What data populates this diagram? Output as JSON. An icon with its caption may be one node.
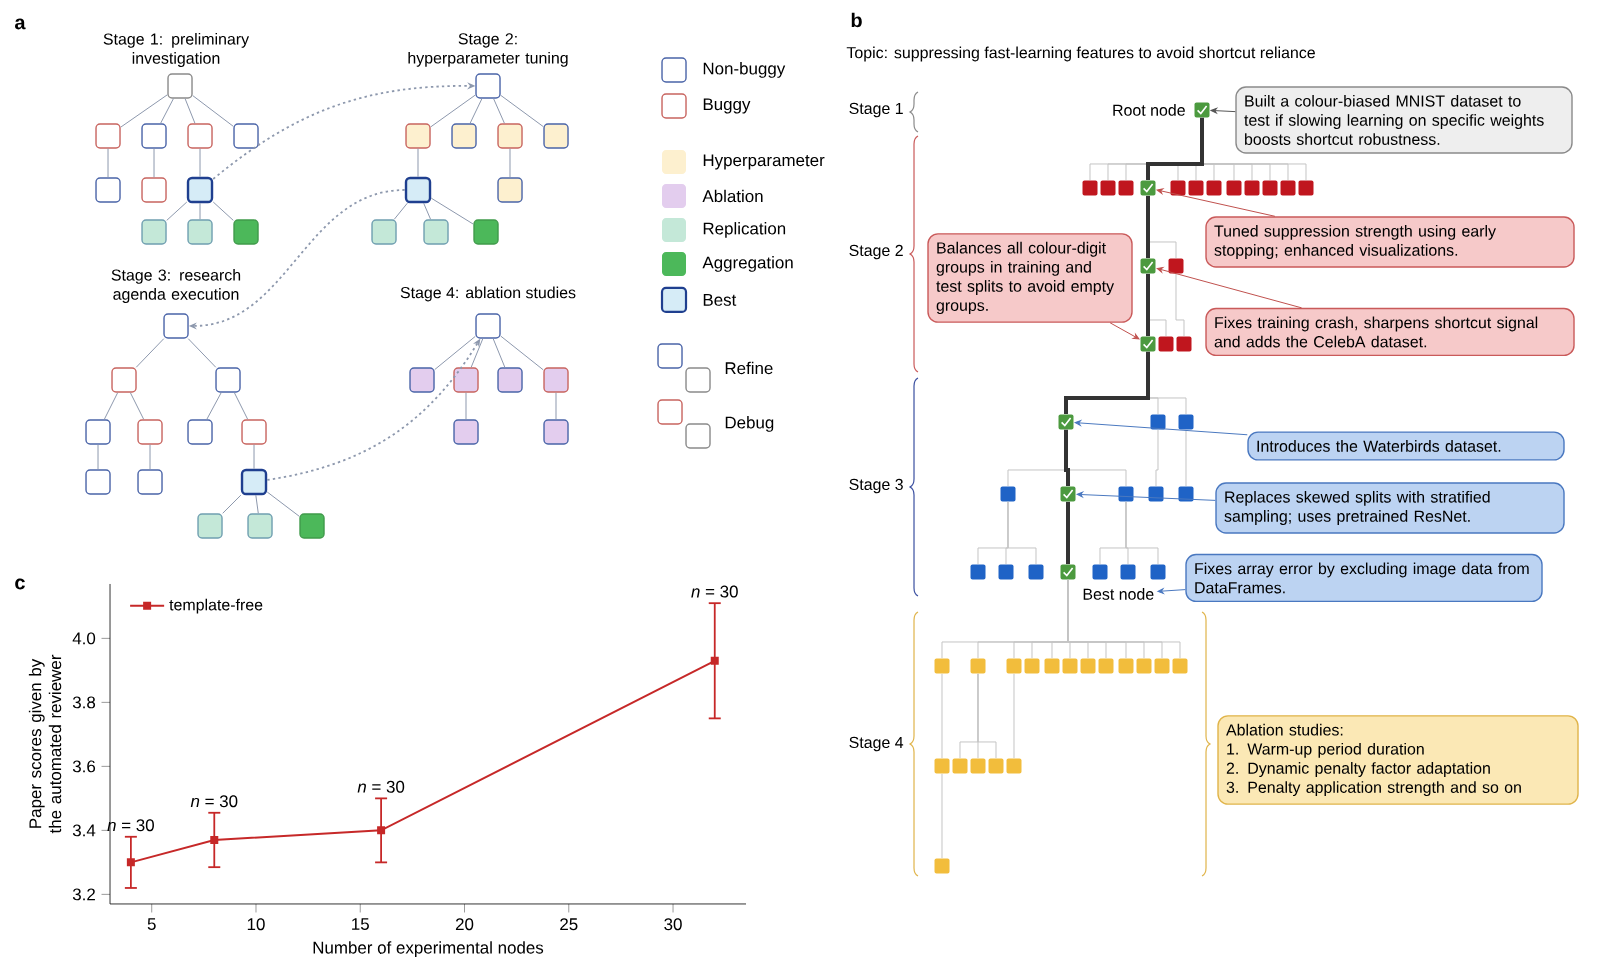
{
  "diagram": {
    "nodes": [
      {
        "text": [],
        "shape": "box"
      },
      {
        "text": [],
        "shape": "box"
      },
      {
        "text": [],
        "shape": "box"
      },
      {
        "text": [],
        "shape": "box"
      },
      {
        "text": [],
        "shape": "box"
      },
      {
        "text": [],
        "shape": "box"
      },
      {
        "text": [],
        "shape": "box"
      },
      {
        "text": [],
        "shape": "box"
      },
      {
        "text": [],
        "shape": "box"
      },
      {
        "text": [],
        "shape": "box"
      },
      {
        "text": [],
        "shape": "box"
      },
      {
        "text": [],
        "shape": "box"
      },
      {
        "text": [],
        "shape": "box"
      },
      {
        "text": [],
        "shape": "box"
      },
      {
        "text": [],
        "shape": "box"
      },
      {
        "text": [],
        "shape": "box"
      },
      {
        "text": [],
        "shape": "box"
      },
      {
        "text": [],
        "shape": "box"
      },
      {
        "text": [],
        "shape": "box"
      },
      {
        "text": [],
        "shape": "box"
      },
      {
        "text": [],
        "shape": "box"
      },
      {
        "text": [],
        "shape": "box"
      },
      {
        "text": [],
        "shape": "box"
      },
      {
        "text": [],
        "shape": "box"
      },
      {
        "text": [],
        "shape": "box"
      },
      {
        "text": [],
        "shape": "box"
      },
      {
        "text": [],
        "shape": "box"
      },
      {
        "text": [],
        "shape": "box"
      },
      {
        "text": [],
        "shape": "box"
      },
      {
        "text": [],
        "shape": "box"
      },
      {
        "text": [],
        "shape": "box"
      },
      {
        "text": [],
        "shape": "box"
      },
      {
        "text": [],
        "shape": "box"
      },
      {
        "text": [],
        "shape": "box"
      },
      {
        "text": [],
        "shape": "box"
      },
      {
        "text": [],
        "shape": "box"
      },
      {
        "text": [],
        "shape": "box"
      },
      {
        "text": [],
        "shape": "box"
      },
      {
        "text": [],
        "shape": "box"
      },
      {
        "text": [],
        "shape": "box"
      },
      {
        "text": [],
        "shape": "box"
      },
      {
        "text": [],
        "shape": "box",
        "beside": [
          "Root node"
        ]
      },
      {
        "text": [],
        "shape": "box"
      },
      {
        "text": [],
        "shape": "box"
      },
      {
        "text": [],
        "shape": "box"
      },
      {
        "text": [],
        "shape": "box"
      },
      {
        "text": [],
        "shape": "box"
      },
      {
        "text": [],
        "shape": "box"
      },
      {
        "text": [],
        "shape": "box"
      },
      {
        "text": [],
        "shape": "box"
      },
      {
        "text": [],
        "shape": "box"
      },
      {
        "text": [],
        "shape": "box"
      },
      {
        "text": [],
        "shape": "box"
      },
      {
        "text": [],
        "shape": "box"
      },
      {
        "text": [],
        "shape": "box"
      },
      {
        "text": [],
        "shape": "box"
      },
      {
        "text": [],
        "shape": "box"
      },
      {
        "text": [],
        "shape": "box"
      },
      {
        "text": [],
        "shape": "box"
      },
      {
        "text": [],
        "shape": "box"
      },
      {
        "text": [],
        "shape": "box"
      },
      {
        "text": [],
        "shape": "box"
      },
      {
        "text": [],
        "shape": "box"
      },
      {
        "text": [],
        "shape": "box"
      },
      {
        "text": [],
        "shape": "box"
      },
      {
        "text": [],
        "shape": "box"
      },
      {
        "text": [],
        "shape": "box"
      },
      {
        "text": [],
        "shape": "box"
      },
      {
        "text": [],
        "shape": "box"
      },
      {
        "text": [],
        "shape": "box"
      },
      {
        "text": [],
        "shape": "box"
      },
      {
        "text": [],
        "shape": "box"
      },
      {
        "text": [],
        "shape": "box"
      },
      {
        "text": [],
        "shape": "box"
      },
      {
        "text": [],
        "shape": "box"
      },
      {
        "text": [],
        "shape": "box"
      },
      {
        "text": [],
        "shape": "box"
      },
      {
        "text": [],
        "shape": "box"
      },
      {
        "text": [],
        "shape": "box"
      },
      {
        "text": [],
        "shape": "box"
      },
      {
        "text": [],
        "shape": "box"
      },
      {
        "text": [],
        "shape": "box"
      },
      {
        "text": [],
        "shape": "box"
      },
      {
        "text": [],
        "shape": "box"
      },
      {
        "text": [],
        "shape": "box"
      },
      {
        "text": [],
        "shape": "box"
      },
      {
        "text": [],
        "shape": "box"
      },
      {
        "text": [],
        "shape": "box"
      },
      {
        "text": [],
        "shape": "box"
      },
      {
        "text": [],
        "shape": "box"
      },
      {
        "text": [],
        "shape": "box"
      },
      {
        "text": [],
        "shape": "box"
      },
      {
        "text": [
          "Built a colour-biased MNIST dataset to test if slowing learning on specific weights boosts shortcut robustness."
        ]
      },
      {
        "text": [
          "Tuned suppression strength using early stopping; enhanced visualizations."
        ]
      },
      {
        "text": [
          "Balances all colour-digit groups in training and test splits to avoid empty groups."
        ]
      },
      {
        "text": [
          "Fixes training crash, sharpens shortcut signal and adds the CelebA dataset."
        ]
      },
      {
        "text": [
          "Introduces the Waterbirds dataset."
        ]
      },
      {
        "text": [
          "Replaces skewed splits with stratified sampling; uses pretrained ResNet."
        ]
      },
      {
        "text": [
          "Fixes array error by excluding image data from DataFrames."
        ]
      },
      {
        "text": [
          "Best node"
        ]
      },
      {
        "text": [
          "Ablation studies:",
          "1. Warm-up period duration",
          "2. Dynamic penalty factor adaptation",
          "3. Penalty application strength and so on"
        ]
      }
    ],
    "edges": [
      {
        "from": 0,
        "to": 1,
        "arrow": "none",
        "color": "#8d98ad"
      },
      {
        "from": 0,
        "to": 2,
        "arrow": "none",
        "color": "#8d98ad"
      },
      {
        "from": 0,
        "to": 3,
        "arrow": "none",
        "color": "#8d98ad"
      },
      {
        "from": 0,
        "to": 4,
        "arrow": "none",
        "color": "#8d98ad"
      },
      {
        "from": 1,
        "to": 5,
        "arrow": "none",
        "color": "#8d98ad"
      },
      {
        "from": 2,
        "to": 6,
        "arrow": "none",
        "color": "#8d98ad"
      },
      {
        "from": 3,
        "to": 7,
        "arrow": "none",
        "color": "#8d98ad"
      },
      {
        "from": 7,
        "to": 8,
        "arrow": "none",
        "color": "#8d98ad"
      },
      {
        "from": 7,
        "to": 9,
        "arrow": "none",
        "color": "#8d98ad"
      },
      {
        "from": 7,
        "to": 10,
        "arrow": "none",
        "color": "#8d98ad"
      },
      {
        "from": 11,
        "to": 12,
        "arrow": "none",
        "color": "#8d98ad"
      },
      {
        "from": 11,
        "to": 13,
        "arrow": "none",
        "color": "#8d98ad"
      },
      {
        "from": 11,
        "to": 14,
        "arrow": "none",
        "color": "#8d98ad"
      },
      {
        "from": 11,
        "to": 15,
        "arrow": "none",
        "color": "#8d98ad"
      },
      {
        "from": 12,
        "to": 16,
        "arrow": "none",
        "color": "#8d98ad"
      },
      {
        "from": 14,
        "to": 17,
        "arrow": "none",
        "color": "#8d98ad"
      },
      {
        "from": 16,
        "to": 18,
        "arrow": "none",
        "color": "#8d98ad"
      },
      {
        "from": 16,
        "to": 19,
        "arrow": "none",
        "color": "#8d98ad"
      },
      {
        "from": 16,
        "to": 20,
        "arrow": "none",
        "color": "#8d98ad"
      },
      {
        "from": 21,
        "to": 22,
        "arrow": "none",
        "color": "#8d98ad"
      },
      {
        "from": 21,
        "to": 23,
        "arrow": "none",
        "color": "#8d98ad"
      },
      {
        "from": 22,
        "to": 24,
        "arrow": "none",
        "color": "#8d98ad"
      },
      {
        "from": 22,
        "to": 25,
        "arrow": "none",
        "color": "#8d98ad"
      },
      {
        "from": 23,
        "to": 26,
        "arrow": "none",
        "color": "#8d98ad"
      },
      {
        "from": 23,
        "to": 27,
        "arrow": "none",
        "color": "#8d98ad"
      },
      {
        "from": 24,
        "to": 28,
        "arrow": "none",
        "color": "#8d98ad"
      },
      {
        "from": 25,
        "to": 29,
        "arrow": "none",
        "color": "#8d98ad"
      },
      {
        "from": 27,
        "to": 30,
        "arrow": "none",
        "color": "#8d98ad"
      },
      {
        "from": 30,
        "to": 31,
        "arrow": "none",
        "color": "#8d98ad"
      },
      {
        "from": 30,
        "to": 32,
        "arrow": "none",
        "color": "#8d98ad"
      },
      {
        "from": 30,
        "to": 33,
        "arrow": "none",
        "color": "#8d98ad"
      },
      {
        "from": 34,
        "to": 35,
        "arrow": "none",
        "color": "#8d98ad"
      },
      {
        "from": 34,
        "to": 36,
        "arrow": "none",
        "color": "#8d98ad"
      },
      {
        "from": 34,
        "to": 37,
        "arrow": "none",
        "color": "#8d98ad"
      },
      {
        "from": 34,
        "to": 38,
        "arrow": "none",
        "color": "#8d98ad"
      },
      {
        "from": 36,
        "to": 39,
        "arrow": "none",
        "color": "#8d98ad"
      },
      {
        "from": 38,
        "to": 40,
        "arrow": "none",
        "color": "#8d98ad"
      },
      {
        "from": 7,
        "to": 11,
        "arrow": "to",
        "style": "dashed",
        "color": "#8d98ad"
      },
      {
        "from": 16,
        "to": 21,
        "arrow": "to",
        "style": "dashed",
        "color": "#8d98ad"
      },
      {
        "from": 30,
        "to": 34,
        "arrow": "to",
        "style": "dashed",
        "color": "#8d98ad"
      },
      {
        "from": 41,
        "to": 42,
        "arrow": "none"
      },
      {
        "from": 41,
        "to": 43,
        "arrow": "none"
      },
      {
        "from": 41,
        "to": 44,
        "arrow": "none"
      },
      {
        "from": 41,
        "to": 45,
        "arrow": "none",
        "style": "thick",
        "color": "#333333"
      },
      {
        "from": 41,
        "to": 46,
        "arrow": "none"
      },
      {
        "from": 41,
        "to": 47,
        "arrow": "none"
      },
      {
        "from": 41,
        "to": 48,
        "arrow": "none"
      },
      {
        "from": 41,
        "to": 49,
        "arrow": "none"
      },
      {
        "from": 41,
        "to": 50,
        "arrow": "none"
      },
      {
        "from": 41,
        "to": 51,
        "arrow": "none"
      },
      {
        "from": 41,
        "to": 52,
        "arrow": "none"
      },
      {
        "from": 41,
        "to": 53,
        "arrow": "none"
      },
      {
        "from": 45,
        "to": 54,
        "arrow": "none",
        "style": "thick",
        "color": "#333333"
      },
      {
        "from": 45,
        "to": 55,
        "arrow": "none"
      },
      {
        "from": 54,
        "to": 56,
        "arrow": "none",
        "style": "thick",
        "color": "#333333"
      },
      {
        "from": 54,
        "to": 57,
        "arrow": "none"
      },
      {
        "from": 55,
        "to": 58,
        "arrow": "none"
      },
      {
        "from": 56,
        "to": 59,
        "arrow": "none",
        "style": "thick",
        "color": "#333333"
      },
      {
        "from": 56,
        "to": 60,
        "arrow": "none"
      },
      {
        "from": 56,
        "to": 61,
        "arrow": "none"
      },
      {
        "from": 59,
        "to": 62,
        "arrow": "none"
      },
      {
        "from": 59,
        "to": 63,
        "arrow": "none",
        "style": "thick",
        "color": "#333333"
      },
      {
        "from": 59,
        "to": 64,
        "arrow": "none"
      },
      {
        "from": 60,
        "to": 65,
        "arrow": "none"
      },
      {
        "from": 61,
        "to": 66,
        "arrow": "none"
      },
      {
        "from": 62,
        "to": 67,
        "arrow": "none"
      },
      {
        "from": 62,
        "to": 68,
        "arrow": "none"
      },
      {
        "from": 62,
        "to": 69,
        "arrow": "none"
      },
      {
        "from": 63,
        "to": 70,
        "arrow": "none",
        "style": "thick",
        "color": "#333333"
      },
      {
        "from": 64,
        "to": 71,
        "arrow": "none"
      },
      {
        "from": 64,
        "to": 72,
        "arrow": "none"
      },
      {
        "from": 64,
        "to": 73,
        "arrow": "none"
      },
      {
        "from": 70,
        "to": 74,
        "arrow": "none"
      },
      {
        "from": 70,
        "to": 75,
        "arrow": "none"
      },
      {
        "from": 70,
        "to": 76,
        "arrow": "none"
      },
      {
        "from": 70,
        "to": 77,
        "arrow": "none"
      },
      {
        "from": 70,
        "to": 78,
        "arrow": "none"
      },
      {
        "from": 70,
        "to": 79,
        "arrow": "none"
      },
      {
        "from": 70,
        "to": 80,
        "arrow": "none"
      },
      {
        "from": 70,
        "to": 81,
        "arrow": "none"
      },
      {
        "from": 70,
        "to": 82,
        "arrow": "none"
      },
      {
        "from": 70,
        "to": 83,
        "arrow": "none"
      },
      {
        "from": 70,
        "to": 84,
        "arrow": "none"
      },
      {
        "from": 70,
        "to": 85,
        "arrow": "none"
      },
      {
        "from": 74,
        "to": 86,
        "arrow": "none"
      },
      {
        "from": 75,
        "to": 87,
        "arrow": "none"
      },
      {
        "from": 75,
        "to": 88,
        "arrow": "none"
      },
      {
        "from": 75,
        "to": 89,
        "arrow": "none"
      },
      {
        "from": 76,
        "to": 90,
        "arrow": "none"
      },
      {
        "from": 86,
        "to": 91,
        "arrow": "none"
      },
      {
        "from": 92,
        "to": 41,
        "arrow": "to",
        "color": "#555555"
      },
      {
        "from": 93,
        "to": 45,
        "arrow": "to",
        "color": "#c0504d"
      },
      {
        "from": 94,
        "to": 56,
        "arrow": "to",
        "color": "#c0504d"
      },
      {
        "from": 95,
        "to": 54,
        "arrow": "to",
        "color": "#c0504d"
      },
      {
        "from": 96,
        "to": 59,
        "arrow": "to",
        "color": "#4a78c0"
      },
      {
        "from": 97,
        "to": 63,
        "arrow": "to",
        "color": "#4a78c0"
      },
      {
        "from": 98,
        "to": 99,
        "arrow": "to",
        "color": "#4a78c0"
      }
    ],
    "labels": [
      "a",
      "Stage 1: preliminary investigation",
      "Stage 2: hyperparameter tuning",
      "Stage 3: research agenda execution",
      "Stage 4: ablation studies",
      "b",
      "Topic: suppressing fast-learning features to avoid shortcut reliance",
      "Stage 1",
      "Stage 2",
      "Stage 3",
      "Stage 4",
      "c"
    ],
    "legend": [
      {
        "text": "Non-buggy"
      },
      {
        "text": "Buggy"
      },
      {
        "text": "Hyperparameter",
        "color": "#fdf0cf"
      },
      {
        "text": "Ablation",
        "color": "#e3cdee"
      },
      {
        "text": "Replication",
        "color": "#c4e8d8"
      },
      {
        "text": "Aggregation",
        "color": "#4cb85a"
      },
      {
        "text": "Best"
      },
      {
        "text": "Refine"
      },
      {
        "text": "Debug"
      }
    ],
    "chart_data": {
      "type": "line",
      "xlabel": "Number of experimental nodes",
      "ylabel": "Paper scores given by the automated reviewer",
      "x": [
        4,
        8,
        16,
        32
      ],
      "series": [
        {
          "name": "template-free",
          "color": "#c62828",
          "marker": "square",
          "values": [
            3.3,
            3.37,
            3.4,
            3.93
          ],
          "errors": [
            0.08,
            0.085,
            0.1,
            0.18
          ]
        }
      ],
      "xlim": [
        3,
        33.5
      ],
      "ylim": [
        3.17,
        4.17
      ],
      "xticks": [
        5,
        10,
        15,
        20,
        25,
        30
      ],
      "yticks": [
        3.2,
        3.4,
        3.6,
        3.8,
        {
          "value": 4,
          "label": "4.0"
        }
      ],
      "annotations": [
        "*n* = 30",
        "*n* = 30",
        "*n* = 30",
        "*n* = 30"
      ]
    }
  }
}
